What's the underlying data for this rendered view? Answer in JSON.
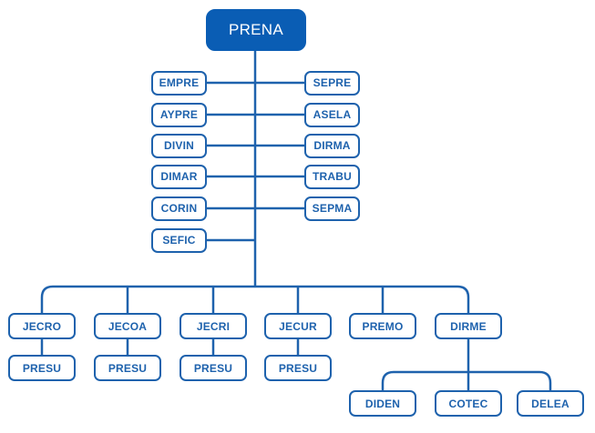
{
  "colors": {
    "primary": "#1e62ad",
    "root_fill": "#0a5db4",
    "text_light": "#ffffff"
  },
  "root": {
    "label": "PRENA"
  },
  "staff_left": [
    {
      "label": "EMPRE"
    },
    {
      "label": "AYPRE"
    },
    {
      "label": "DIVIN"
    },
    {
      "label": "DIMAR"
    },
    {
      "label": "CORIN"
    },
    {
      "label": "SEFIC"
    }
  ],
  "staff_right": [
    {
      "label": "SEPRE"
    },
    {
      "label": "ASELA"
    },
    {
      "label": "DIRMA"
    },
    {
      "label": "TRABU"
    },
    {
      "label": "SEPMA"
    }
  ],
  "branches": [
    {
      "label": "JECRO",
      "children": [
        {
          "label": "PRESU"
        }
      ]
    },
    {
      "label": "JECOA",
      "children": [
        {
          "label": "PRESU"
        }
      ]
    },
    {
      "label": "JECRI",
      "children": [
        {
          "label": "PRESU"
        }
      ]
    },
    {
      "label": "JECUR",
      "children": [
        {
          "label": "PRESU"
        }
      ]
    },
    {
      "label": "PREMO",
      "children": []
    },
    {
      "label": "DIRME",
      "children": [
        {
          "label": "DIDEN"
        },
        {
          "label": "COTEC"
        },
        {
          "label": "DELEA"
        }
      ]
    }
  ]
}
